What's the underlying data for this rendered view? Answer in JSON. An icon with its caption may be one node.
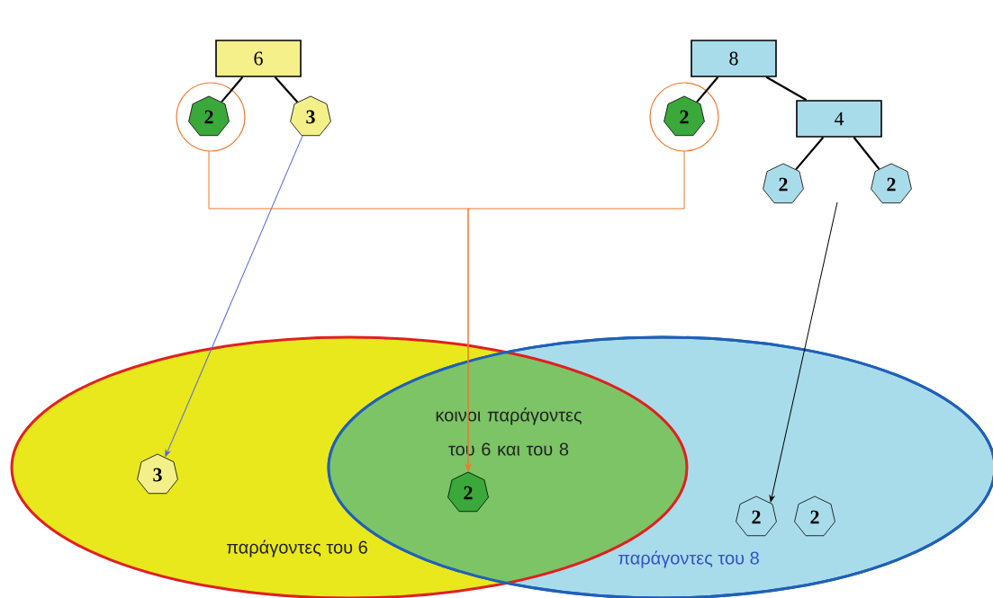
{
  "diagram": {
    "nodes": [
      {
        "text": [
          "6"
        ]
      },
      {
        "text": [
          "2"
        ]
      },
      {
        "text": [
          "3"
        ]
      },
      {
        "text": [
          "8"
        ]
      },
      {
        "text": [
          "2"
        ]
      },
      {
        "text": [
          "4"
        ]
      },
      {
        "text": [
          "2"
        ]
      },
      {
        "text": [
          "2"
        ]
      },
      {
        "text": [
          "παράγοντες του 6"
        ]
      },
      {
        "text": [
          "παράγοντες του 8"
        ]
      },
      {
        "text": [
          "3"
        ],
        "in": 8
      },
      {
        "text": [
          "2"
        ]
      },
      {
        "text": [
          "2"
        ],
        "in": 9
      },
      {
        "text": [
          "2"
        ],
        "in": 9
      }
    ],
    "edges": [
      {
        "from": 0,
        "to": 1,
        "arrow": "none"
      },
      {
        "from": 0,
        "to": 2,
        "arrow": "none"
      },
      {
        "from": 3,
        "to": 4,
        "arrow": "none"
      },
      {
        "from": 3,
        "to": 5,
        "arrow": "none"
      },
      {
        "from": 5,
        "to": 6,
        "arrow": "none"
      },
      {
        "from": 5,
        "to": 7,
        "arrow": "none"
      },
      {
        "from": 2,
        "to": 10,
        "arrow": "to",
        "color": "#5566dd"
      },
      {
        "from": 1,
        "to": 11,
        "arrow": "to",
        "color": "#f07830"
      },
      {
        "from": 4,
        "to": 11,
        "arrow": "to",
        "color": "#f07830"
      },
      {
        "from": null,
        "to": 12,
        "arrow": "to"
      }
    ],
    "labels": [
      "κοινοι παράγοντες του 6 και του 8"
    ]
  }
}
